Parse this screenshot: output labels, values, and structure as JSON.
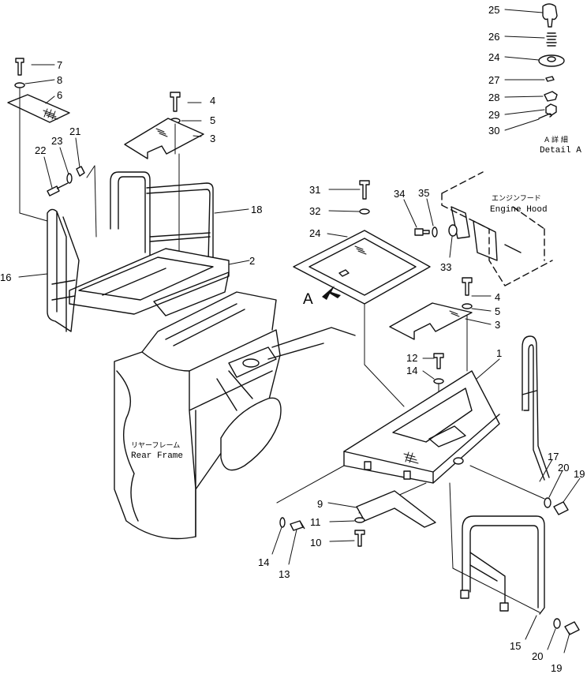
{
  "view_arrow": "A",
  "labels": {
    "engine_hood_jp": "エンジンフード",
    "engine_hood": "Engine Hood",
    "rear_frame_jp": "リヤーフレーム",
    "rear_frame": "Rear Frame",
    "detail_jp": "A 詳 細",
    "detail": "Detail A"
  },
  "callouts": {
    "c25": "25",
    "c26": "26",
    "c24a": "24",
    "c27": "27",
    "c28": "28",
    "c29": "29",
    "c30": "30",
    "c7": "7",
    "c8": "8",
    "c6": "6",
    "c4a": "4",
    "c5a": "5",
    "c3a": "3",
    "c21": "21",
    "c23": "23",
    "c22": "22",
    "c18": "18",
    "c2": "2",
    "c16": "16",
    "c31": "31",
    "c32": "32",
    "c24b": "24",
    "c34": "34",
    "c35": "35",
    "c33": "33",
    "c4b": "4",
    "c5b": "5",
    "c3b": "3",
    "c12": "12",
    "c14a": "14",
    "c1": "1",
    "c17": "17",
    "c20a": "20",
    "c19a": "19",
    "c9": "9",
    "c11": "11",
    "c10": "10",
    "c14b": "14",
    "c13": "13",
    "c15": "15",
    "c20b": "20",
    "c19b": "19"
  }
}
